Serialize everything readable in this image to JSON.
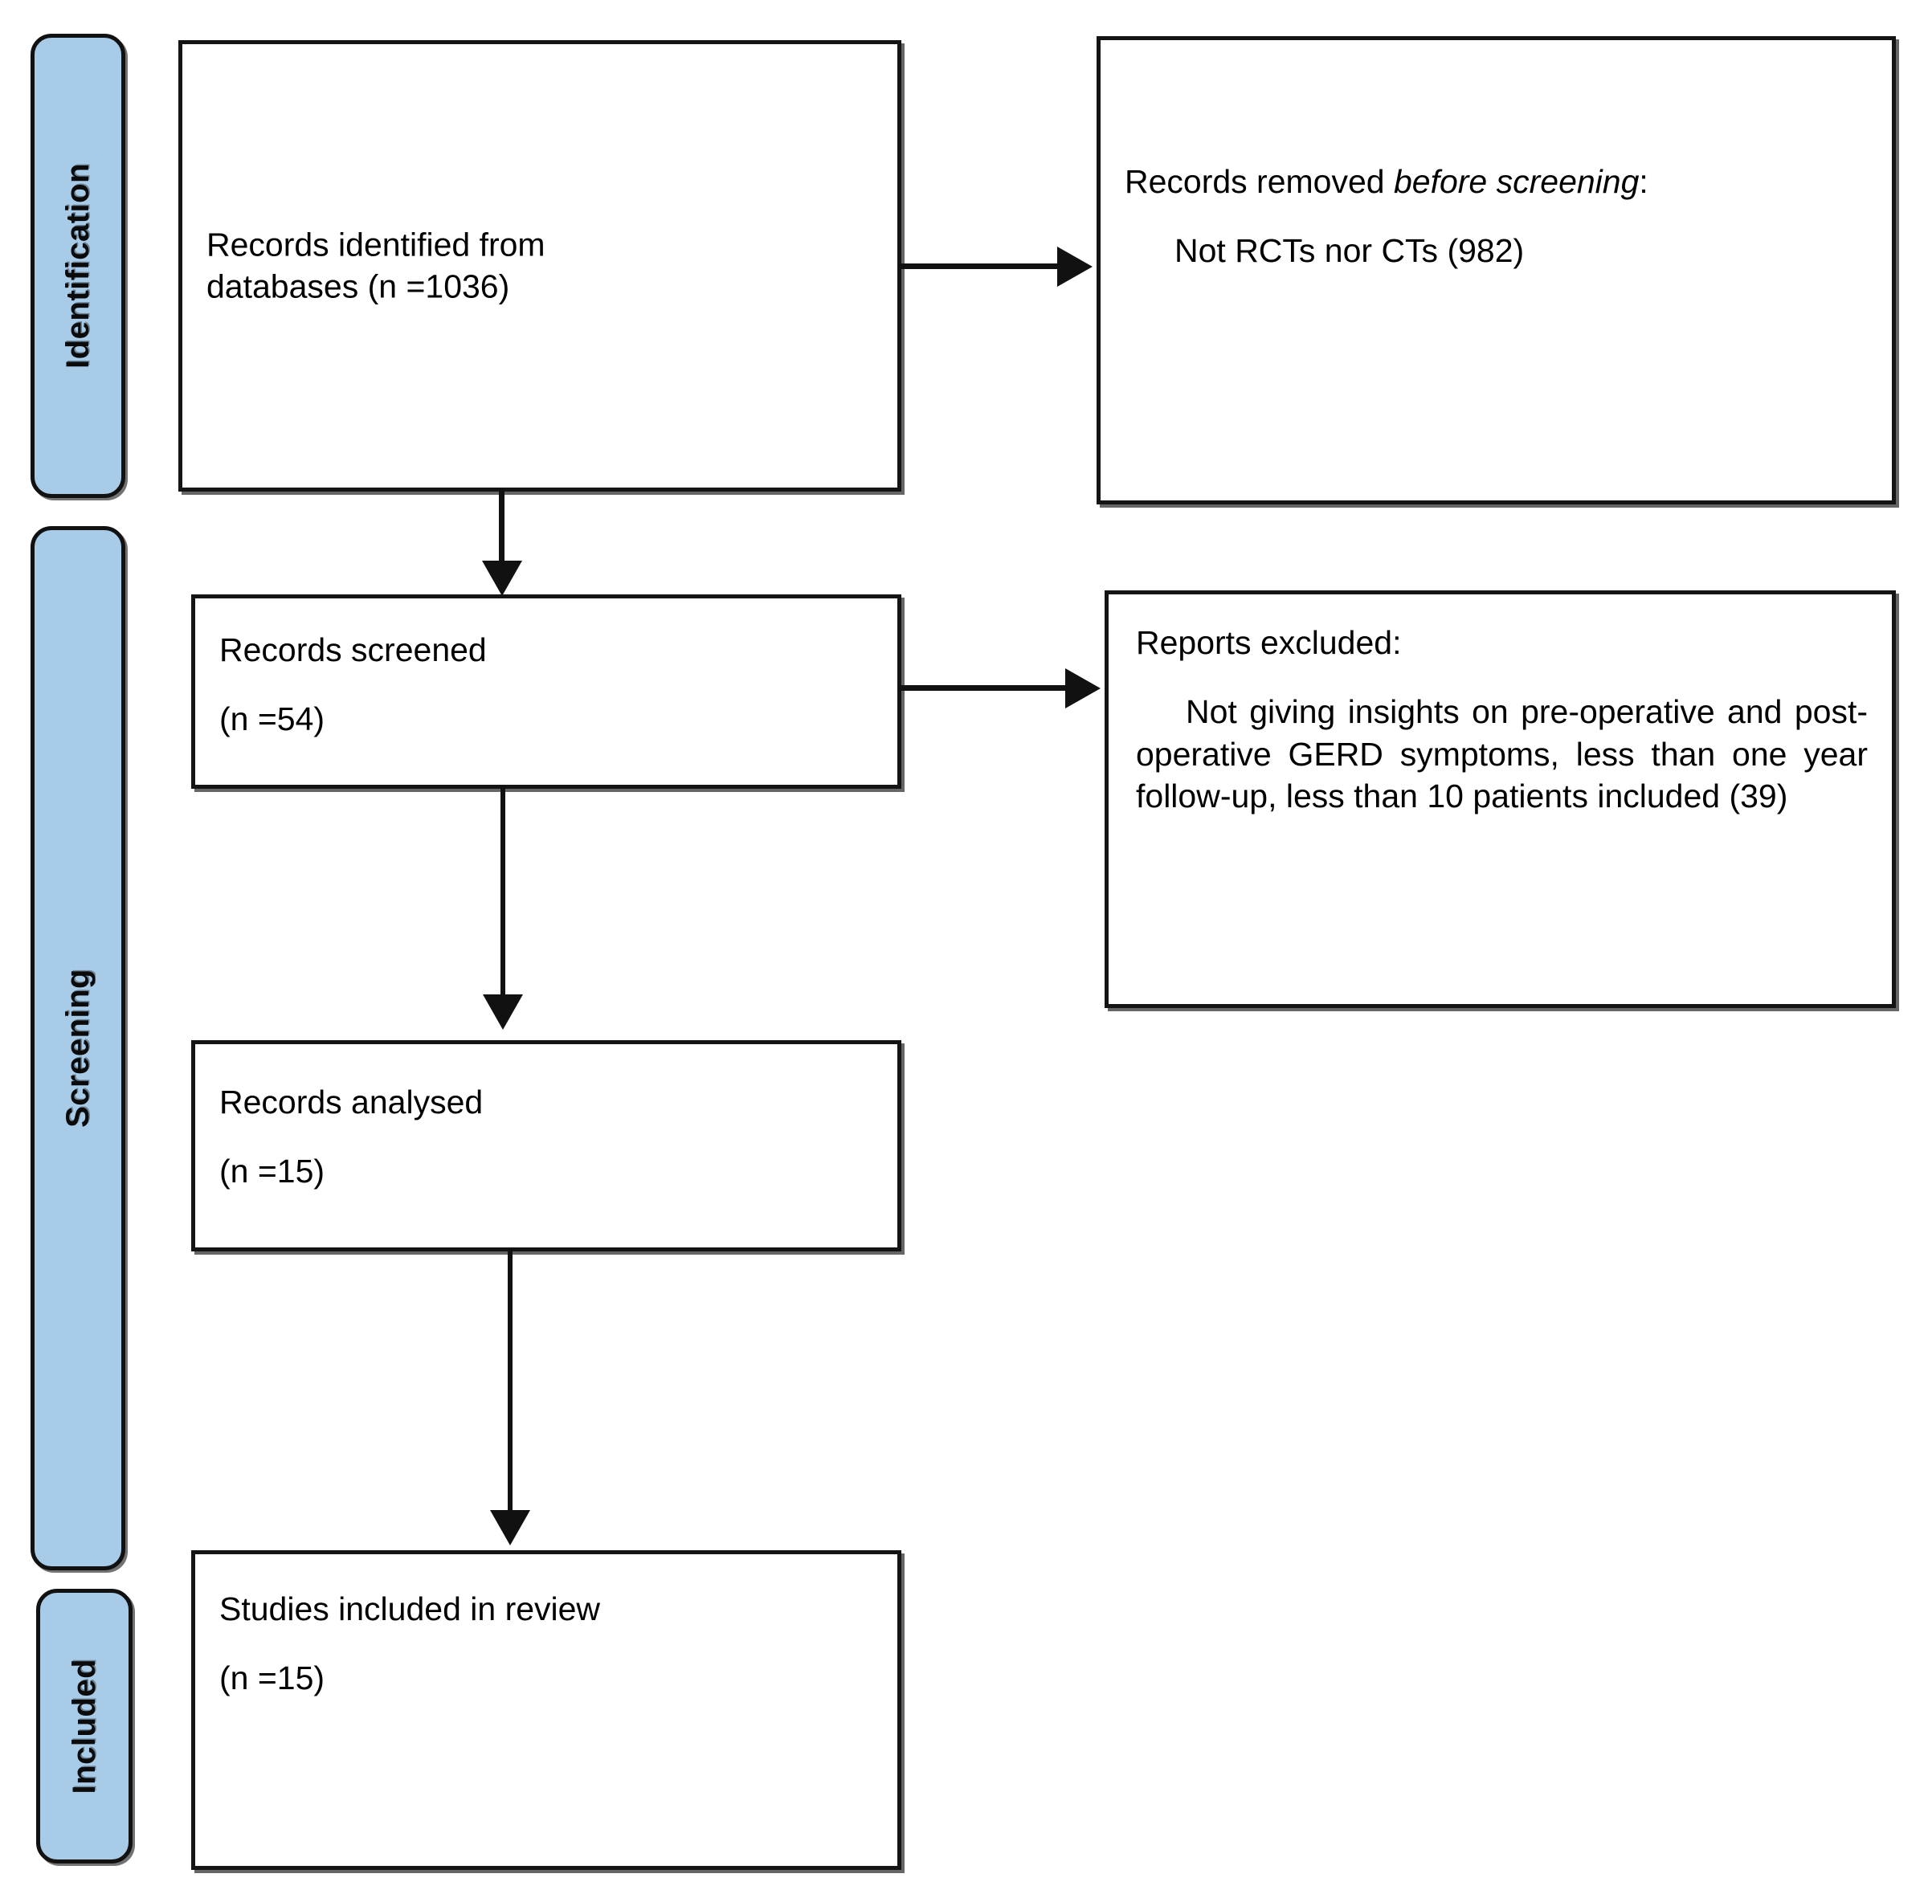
{
  "diagram": {
    "type": "PRISMA flow diagram",
    "accent_color": "#A8CBE8",
    "line_color": "#111111",
    "background": "#FFFFFF"
  },
  "phases": [
    {
      "id": "identification",
      "label": "Identification"
    },
    {
      "id": "screening",
      "label": "Screening"
    },
    {
      "id": "included",
      "label": "Included"
    }
  ],
  "boxes": {
    "records_identified": {
      "line1": "Records identified from",
      "line2": "databases (n =1036)"
    },
    "records_removed": {
      "line1_prefix": "Records removed ",
      "line1_italic": "before screening",
      "line1_suffix": ":",
      "line2": "Not RCTs nor CTs (982)"
    },
    "records_screened": {
      "line1": "Records screened",
      "line2": "(n =54)"
    },
    "reports_excluded": {
      "line1": "Reports excluded:",
      "line2": "Not giving insights on pre-operative and post-operative GERD symptoms, less than one year follow-up, less than 10 patients included (39)"
    },
    "records_analysed": {
      "line1": "Records analysed",
      "line2": "(n =15)"
    },
    "studies_included": {
      "line1": "Studies included in review",
      "line2": "(n =15)"
    }
  },
  "connectors": [
    {
      "id": "identified-to-removed",
      "kind": "arrow-right"
    },
    {
      "id": "identified-to-screened",
      "kind": "arrow-down"
    },
    {
      "id": "screened-to-excluded",
      "kind": "arrow-right"
    },
    {
      "id": "screened-to-analysed",
      "kind": "arrow-down"
    },
    {
      "id": "analysed-to-included",
      "kind": "arrow-down"
    }
  ]
}
